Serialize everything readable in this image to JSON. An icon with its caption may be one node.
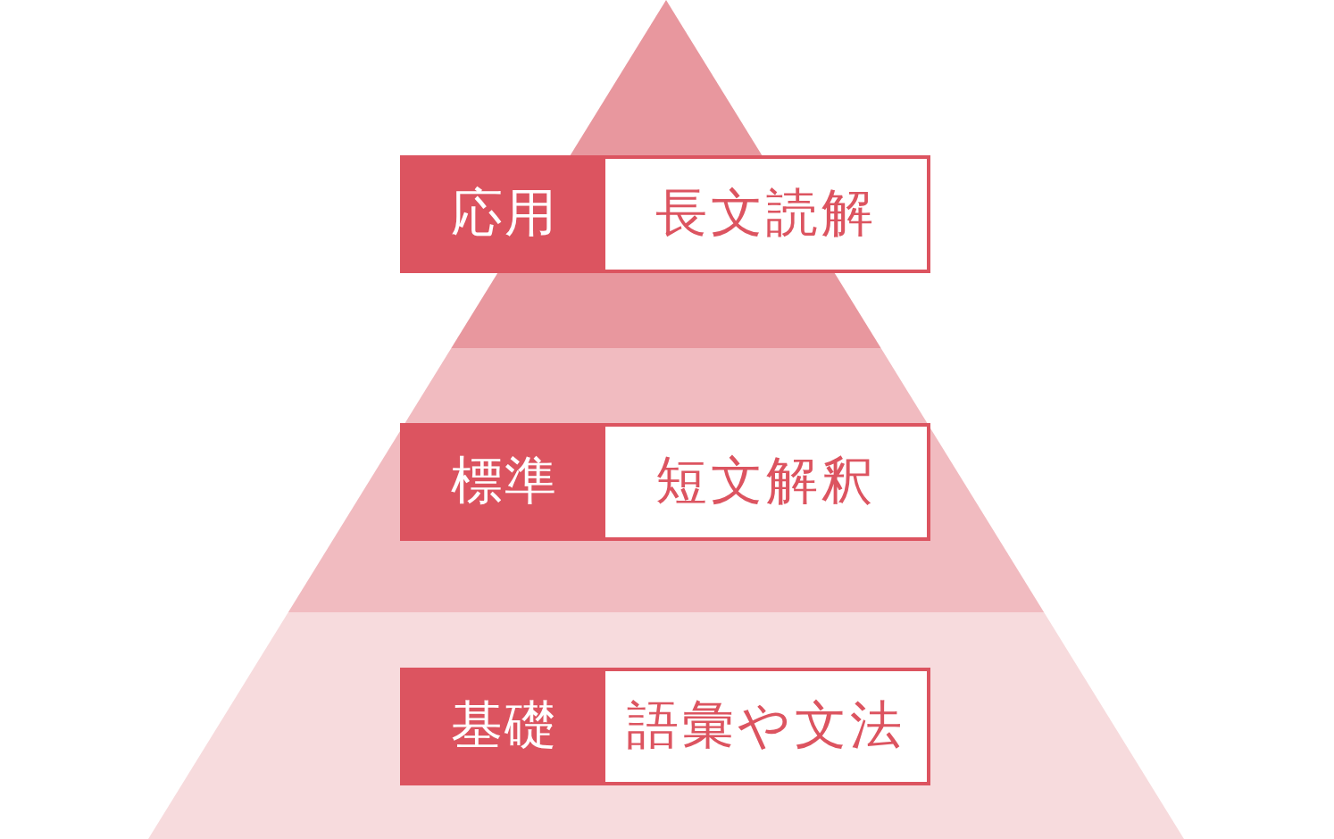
{
  "diagram": {
    "nodes": [
      {
        "text": [
          "応用",
          "長文読解"
        ]
      },
      {
        "text": [
          "標準",
          "短文解釈"
        ]
      },
      {
        "text": [
          "基礎",
          "語彙や文法"
        ]
      }
    ]
  }
}
